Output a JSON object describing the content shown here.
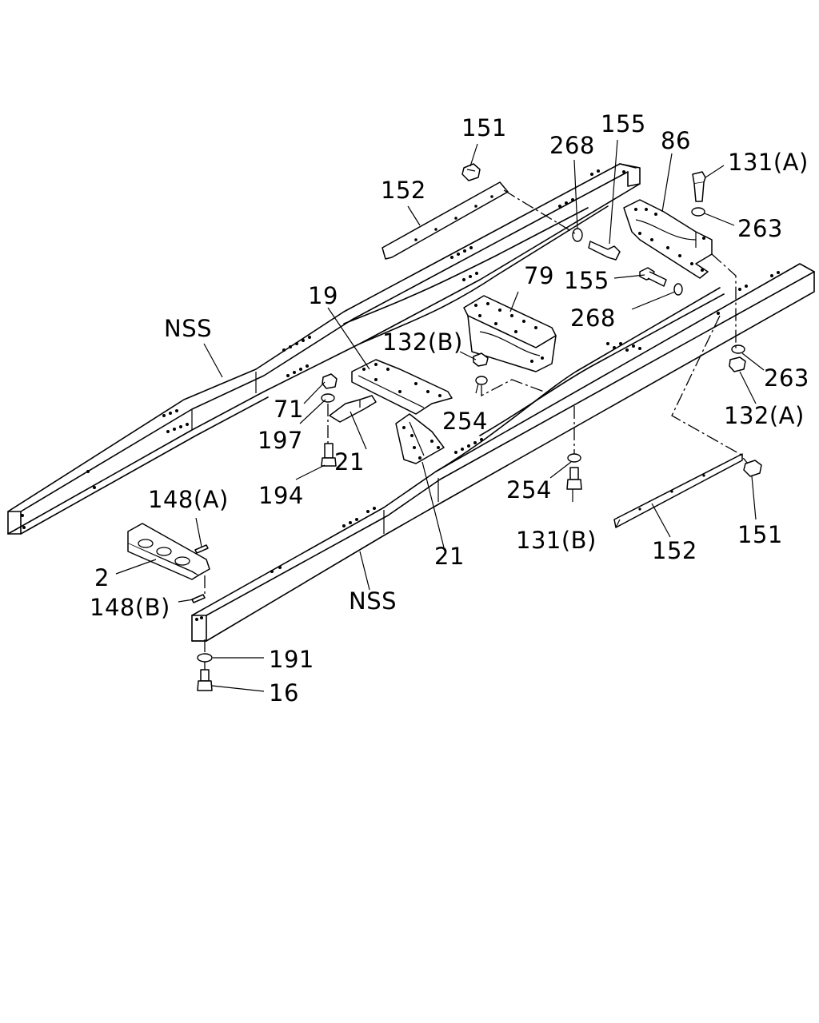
{
  "labels": {
    "l151a": "151",
    "l152a": "152",
    "l268a": "268",
    "l155a": "155",
    "l86": "86",
    "l131a": "131(A)",
    "l263a": "263",
    "l155b": "155",
    "l79": "79",
    "l268b": "268",
    "l19": "19",
    "lnss1": "NSS",
    "l132b": "132(B)",
    "l263b": "263",
    "l132a": "132(A)",
    "l71": "71",
    "l197": "197",
    "l254a": "254",
    "l21a": "21",
    "l194": "194",
    "l148a": "148(A)",
    "l254b": "254",
    "l131b": "131(B)",
    "l151b": "151",
    "l21b": "21",
    "l152b": "152",
    "l2": "2",
    "l148b": "148(B)",
    "lnss2": "NSS",
    "l191": "191",
    "l16": "16"
  }
}
